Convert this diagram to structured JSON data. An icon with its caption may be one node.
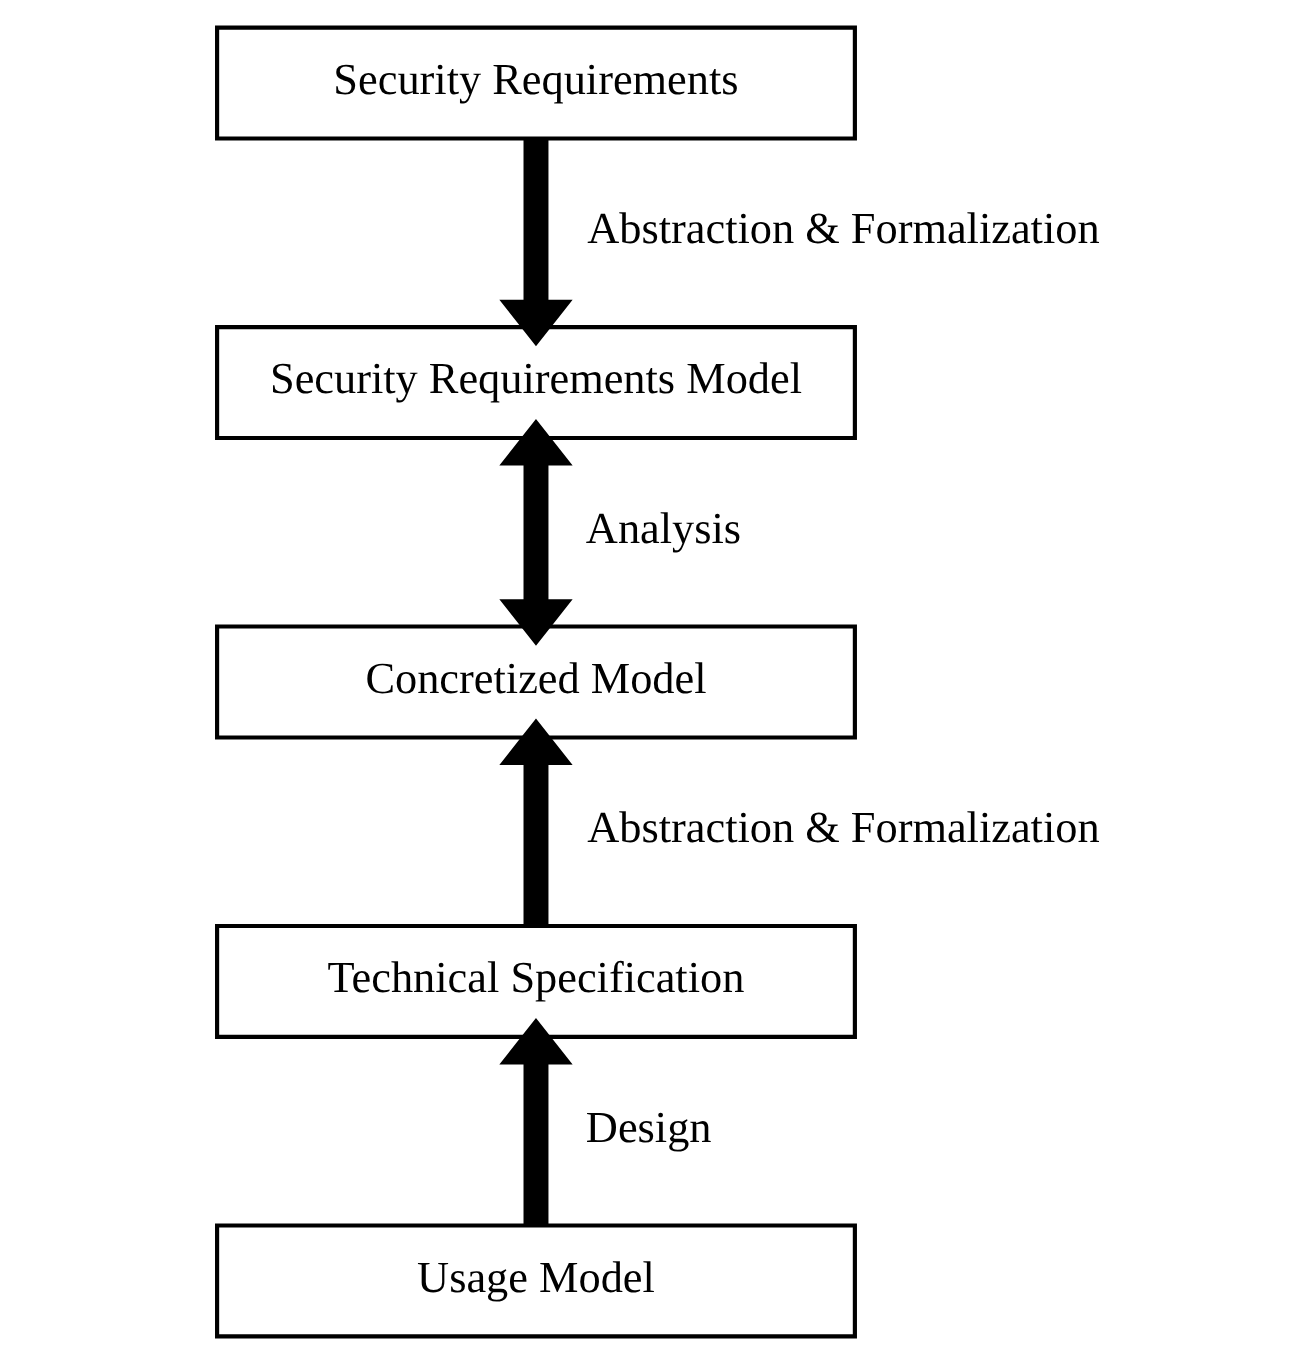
{
  "diagram": {
    "nodes": [
      {
        "text": [
          "Security Requirements"
        ]
      },
      {
        "text": [
          "Security Requirements Model"
        ]
      },
      {
        "text": [
          "Concretized Model"
        ]
      },
      {
        "text": [
          "Technical Specification"
        ]
      },
      {
        "text": [
          "Usage Model"
        ]
      }
    ],
    "edges": [
      {
        "from": 0,
        "to": 1,
        "arrow": "to",
        "label": "Abstraction & Formalization"
      },
      {
        "from": 1,
        "to": 2,
        "arrow": "both",
        "label": "Analysis"
      },
      {
        "from": 3,
        "to": 2,
        "arrow": "to",
        "label": "Abstraction & Formalization"
      },
      {
        "from": 4,
        "to": 3,
        "arrow": "to",
        "label": "Design"
      }
    ]
  }
}
